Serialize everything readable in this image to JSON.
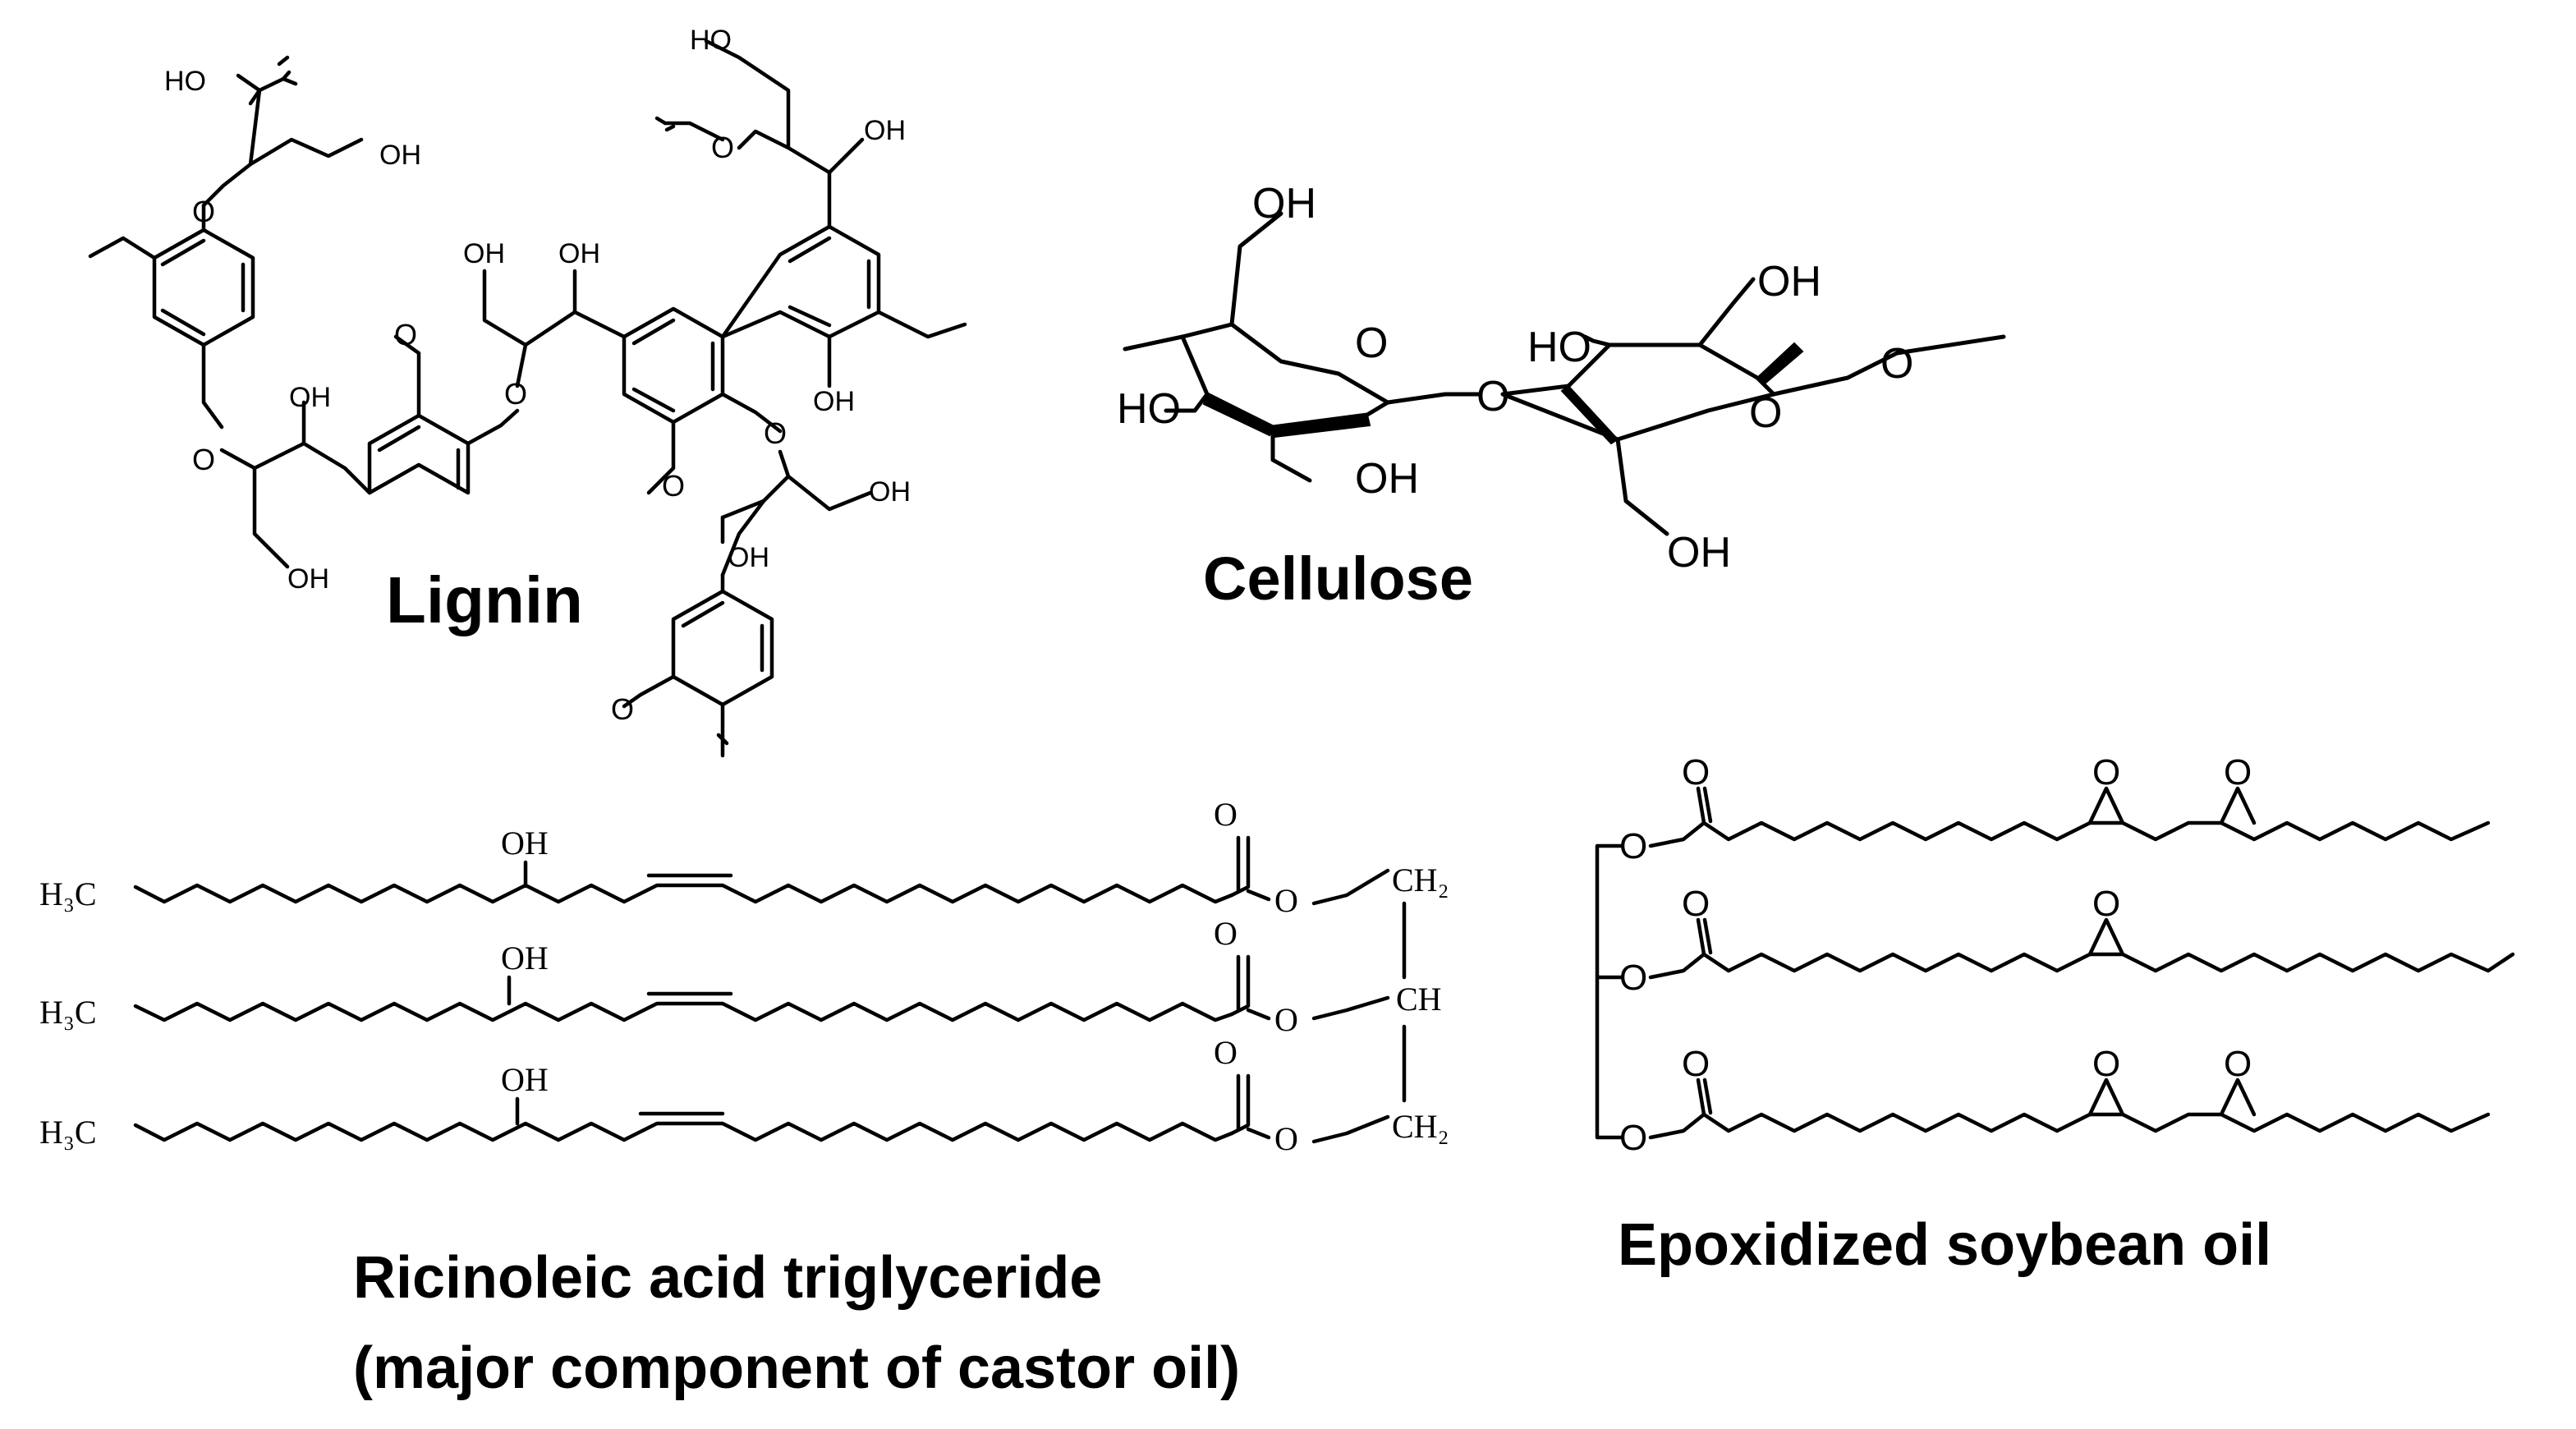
{
  "captions": {
    "lignin": "Lignin",
    "cellulose": "Cellulose",
    "ricinoleic_line1": "Ricinoleic acid triglyceride",
    "ricinoleic_line2": "(major component of castor oil)",
    "esbo": "Epoxidized soybean oil"
  },
  "atoms": {
    "oh": "OH",
    "ho": "HO",
    "o": "O",
    "h3c": "H₃C",
    "ch2": "CH₂",
    "ch": "CH"
  }
}
